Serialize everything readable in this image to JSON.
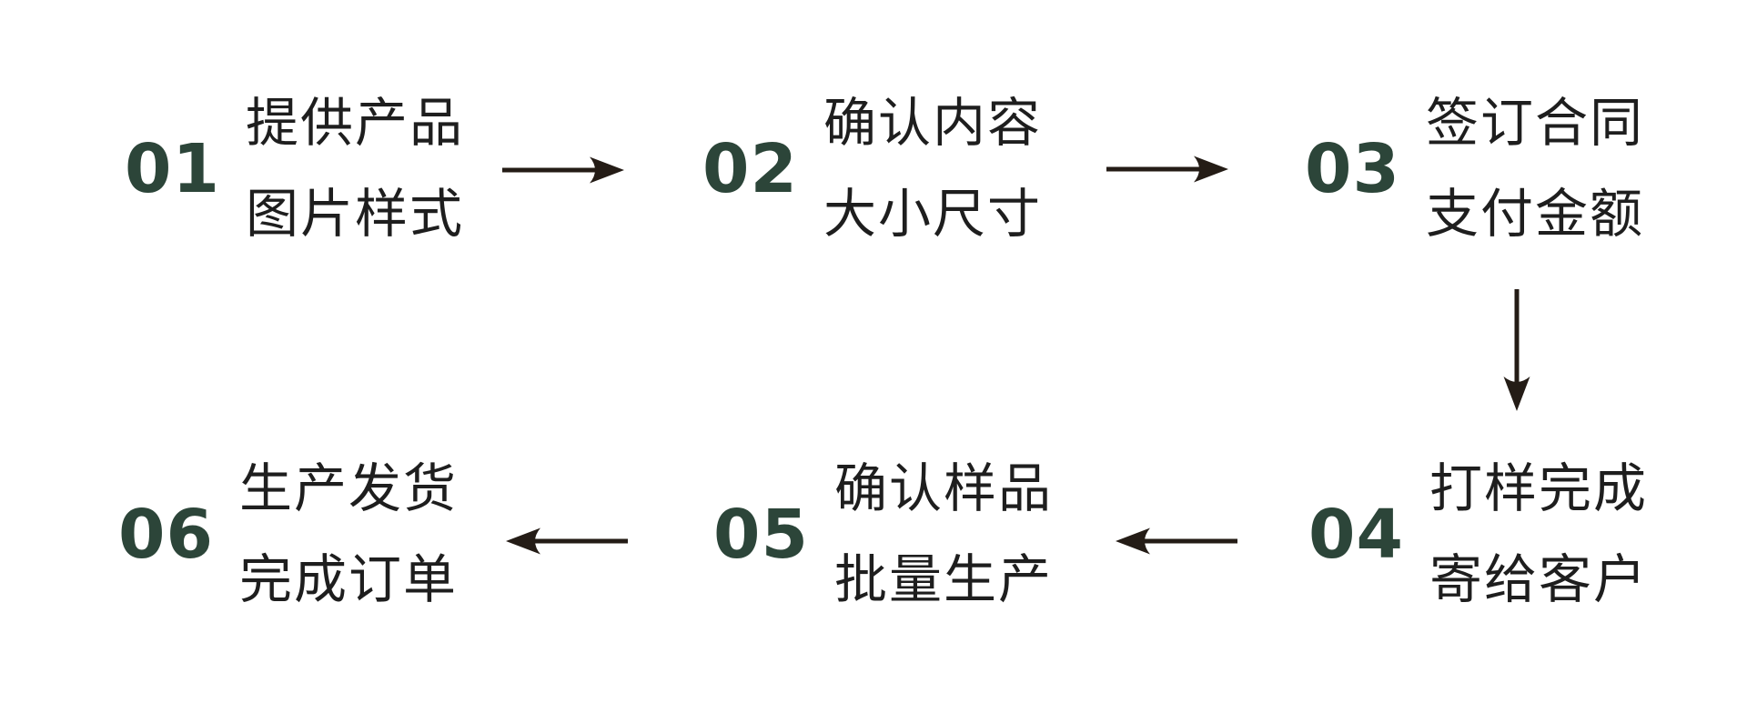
{
  "diagram": {
    "type": "flow",
    "background": "#ffffff",
    "colors": {
      "step_number": "#2c4539",
      "step_text": "#1e1e1e",
      "arrow": "#241c16"
    },
    "steps": [
      {
        "number": "01",
        "line1": "提供产品",
        "line2": "图片样式"
      },
      {
        "number": "02",
        "line1": "确认内容",
        "line2": "大小尺寸"
      },
      {
        "number": "03",
        "line1": "签订合同",
        "line2": "支付金额"
      },
      {
        "number": "04",
        "line1": "打样完成",
        "line2": "寄给客户"
      },
      {
        "number": "05",
        "line1": "确认样品",
        "line2": "批量生产"
      },
      {
        "number": "06",
        "line1": "生产发货",
        "line2": "完成订单"
      }
    ],
    "arrows": [
      {
        "direction": "right",
        "from": "01",
        "to": "02"
      },
      {
        "direction": "right",
        "from": "02",
        "to": "03"
      },
      {
        "direction": "down",
        "from": "03",
        "to": "04"
      },
      {
        "direction": "left",
        "from": "04",
        "to": "05"
      },
      {
        "direction": "left",
        "from": "05",
        "to": "06"
      }
    ]
  }
}
